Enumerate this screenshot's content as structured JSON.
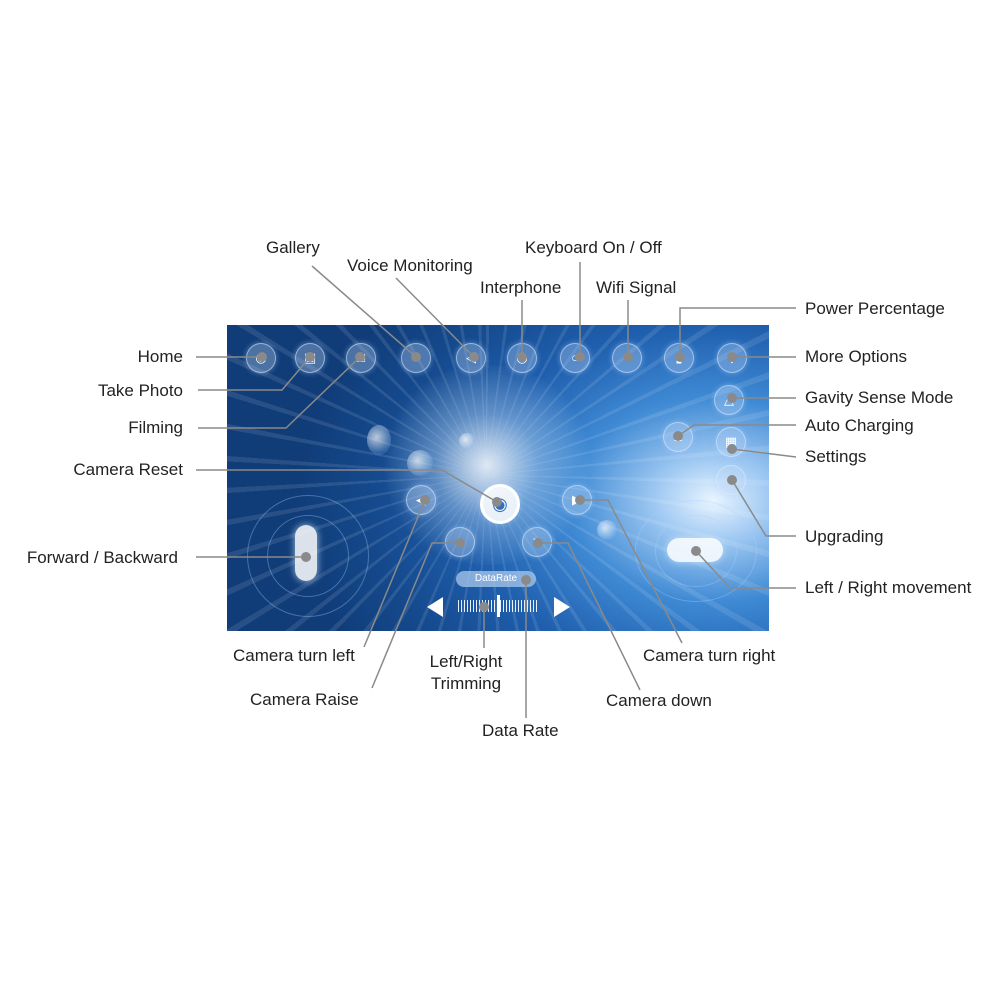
{
  "screen": {
    "datarate_pill": "DataRate"
  },
  "icons": {
    "home": "home-icon",
    "take_photo": "camera-icon",
    "filming": "video-camera-icon",
    "gallery": "gallery-icon",
    "voice_monitoring": "speaker-icon",
    "interphone": "microphone-icon",
    "keyboard": "keyboard-toggle-icon",
    "wifi": "wifi-icon",
    "power": "battery-icon",
    "more_options": "more-options-icon",
    "gravity": "gravity-sense-icon",
    "auto_charging": "auto-charging-icon",
    "settings": "settings-icon",
    "upgrading": "upgrade-icon",
    "camera_reset": "camera-reset-icon",
    "camera_left": "camera-turn-left-icon",
    "camera_right": "camera-turn-right-icon",
    "camera_raise": "camera-raise-icon",
    "camera_down": "camera-down-icon"
  },
  "callouts": {
    "home": "Home",
    "take_photo": "Take Photo",
    "filming": "Filming",
    "camera_reset": "Camera Reset",
    "forward_backward": "Forward / Backward",
    "gallery": "Gallery",
    "voice_monitoring": "Voice Monitoring",
    "interphone": "Interphone",
    "keyboard": "Keyboard On / Off",
    "wifi": "Wifi Signal",
    "power": "Power Percentage",
    "more_options": "More Options",
    "gravity": "Gavity Sense Mode",
    "auto_charging": "Auto Charging",
    "settings": "Settings",
    "upgrading": "Upgrading",
    "left_right_movement": "Left / Right movement",
    "camera_turn_left": "Camera turn left",
    "camera_raise": "Camera Raise",
    "trimming_line1": "Left/Right",
    "trimming_line2": "Trimming",
    "data_rate": "Data Rate",
    "camera_down": "Camera down",
    "camera_turn_right": "Camera turn right"
  },
  "colors": {
    "leader_line": "#8a8a8a",
    "label_text": "#222222",
    "screen_dark": "#154a8e",
    "screen_light": "#e8f4ff"
  }
}
